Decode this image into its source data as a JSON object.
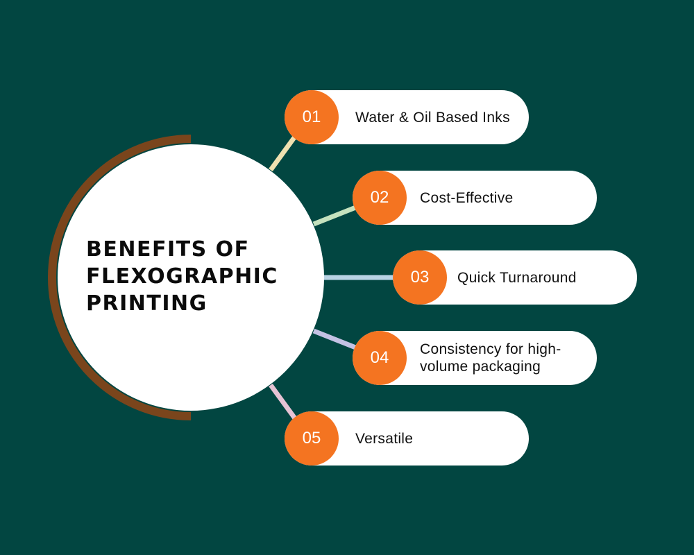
{
  "title_lines": [
    "BENEFITS OF",
    "FLEXOGRAPHIC",
    "PRINTING"
  ],
  "colors": {
    "background": "#024641",
    "arc": "#7a451c",
    "badge": "#f47421",
    "card": "#ffffff",
    "connectors": [
      "#efe0b0",
      "#c5e2be",
      "#b9d3e4",
      "#c4c2e4",
      "#e6c3d4"
    ]
  },
  "items": [
    {
      "number": "01",
      "label": "Water & Oil Based Inks"
    },
    {
      "number": "02",
      "label": "Cost-Effective"
    },
    {
      "number": "03",
      "label": "Quick Turnaround"
    },
    {
      "number": "04",
      "label": "Consistency for high-volume packaging",
      "label_lines": [
        "Consistency for high-",
        "volume packaging"
      ]
    },
    {
      "number": "05",
      "label": "Versatile"
    }
  ]
}
